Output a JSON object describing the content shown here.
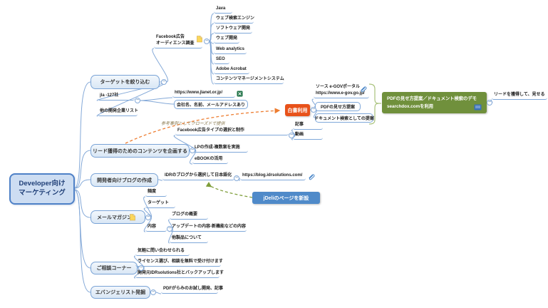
{
  "root": {
    "line1": "Developer向け",
    "line2": "マーケティング"
  },
  "target": {
    "label": "ターゲットを絞り込む",
    "fb_audience_line1": "Facebook広告",
    "fb_audience_line2": "オーディエンス調査",
    "interests": [
      "Java",
      "ウェブ検索エンジン",
      "ソフトウェア開発",
      "ウェブ開発",
      "Web analytics",
      "SEO",
      "Adobe Acrobat",
      "コンテンツマネージメントシステム"
    ],
    "jla_label": "jla -127社",
    "jla_url": "https://www.jlanet.or.jp/",
    "jla_note": "会社名、名前、メールアドレスあり",
    "other_companies": "他の開発企業リスト"
  },
  "lead": {
    "label": "リード獲得のためのコンテンツを企画する",
    "fb_ad_label": "Facebook広告タイプの選択と制作",
    "fb_ad_children": [
      "記事",
      "動画"
    ],
    "lp": "LPの作成-複数案を実施",
    "ebook": "eBOOKの活用",
    "arrow_note": "参考事例としてクローズドで提供"
  },
  "blog": {
    "label": "開発者向けブログの作成",
    "idr": "IDRのブログから選択して日本語化",
    "idr_url": "https://blog.idrsolutions.com/",
    "jdeli": "jDeliのページを新設"
  },
  "mailmag": {
    "label": "メールマガジン",
    "frequency": "頻度",
    "target": "ターゲット",
    "content_label": "内容",
    "content_children": [
      "ブログの概要",
      "アップデートの内容-新機能などの内容",
      "他製品について"
    ]
  },
  "consult": {
    "label": "ご相談コーナー",
    "items": [
      "気軽に問い合わせられる",
      "ライセンス選び、相談を無料で受け付けます",
      "開発元IDRsolutions社とバックアップします"
    ]
  },
  "evangelist": {
    "label": "エバンジェリスト発掘",
    "item": "PDFがらみのお試し開発、記事"
  },
  "whitepaper": {
    "label": "白書利用",
    "source_line1": "ソース e-GOVポータル",
    "source_line2": "https://www.e-gov.go.jp/",
    "pdf_proposal": "PDFの見せ方提案",
    "doc_proposal": "ドキュメント検索としての提案"
  },
  "summary": {
    "line1": "PDFの見せ方提案／ドキュメント検索のデモ",
    "line2": "searchdox.comを利用",
    "lead_note": "リードを獲得して、見せる"
  },
  "colors": {
    "whitepaper_node": "#e8521a",
    "summary_node": "#70903c",
    "jdeli_node": "#4f8ac9",
    "branch_line": "#84a9d8",
    "arrow_orange": "#ed7d31",
    "arrow_green": "#7f9e3a"
  }
}
